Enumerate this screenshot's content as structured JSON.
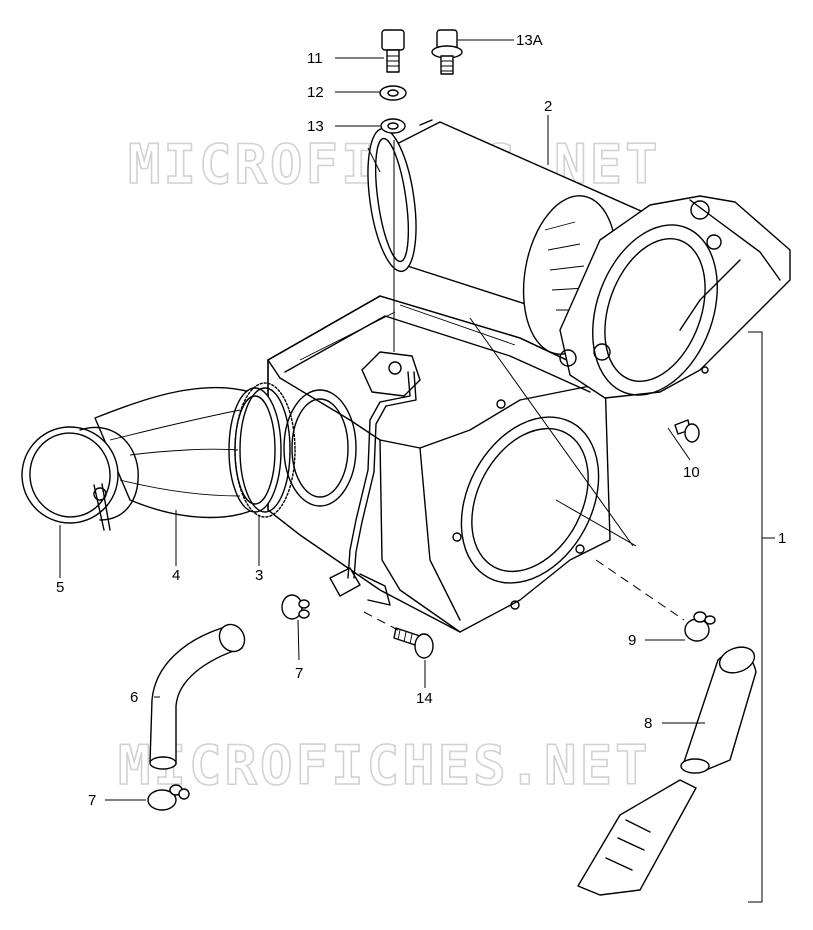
{
  "watermarks": [
    "MICROFICHES.NET",
    "MICROFICHES.NET"
  ],
  "callouts": {
    "c11": "11",
    "c12": "12",
    "c13": "13",
    "c13a": "13A",
    "c2": "2",
    "c10": "10",
    "c1": "1",
    "c5": "5",
    "c4": "4",
    "c3": "3",
    "c7a": "7",
    "c7b": "7",
    "c6": "6",
    "c14": "14",
    "c9": "9",
    "c8": "8"
  },
  "colors": {
    "line": "#000000",
    "watermark": "#d2d2d2",
    "background": "#ffffff"
  }
}
